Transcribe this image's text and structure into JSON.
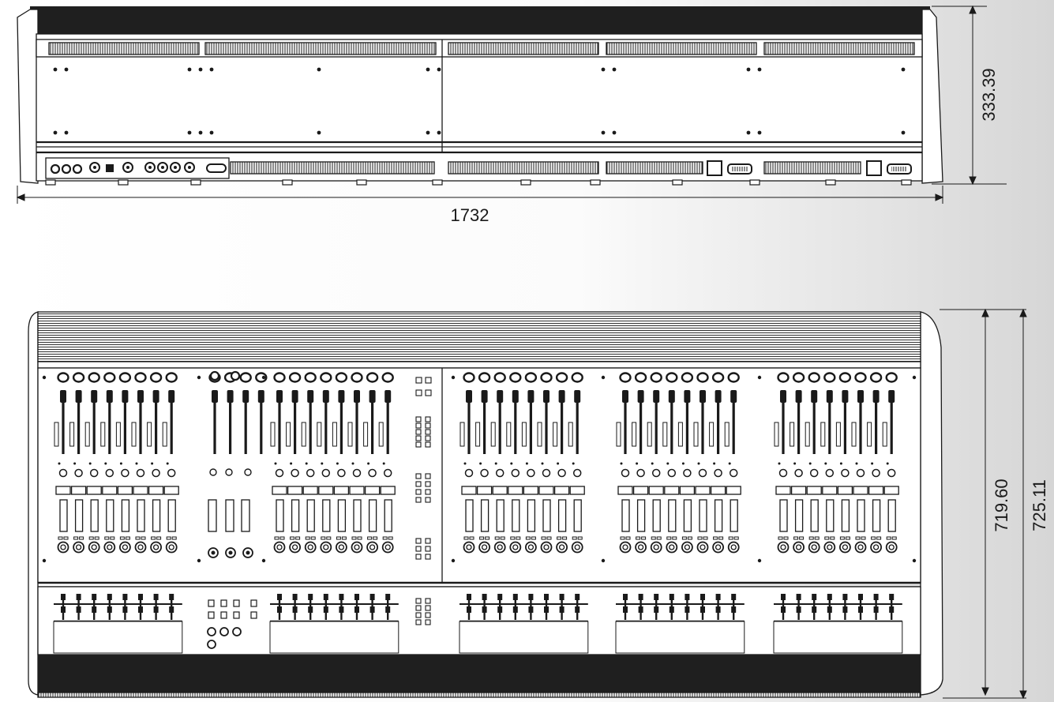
{
  "dimensions": {
    "rear_width": "1732",
    "rear_height": "333.39",
    "top_depth_inner": "719.60",
    "top_depth_outer": "725.11"
  },
  "console": {
    "fader_bays": [
      {
        "faders": 8
      },
      {
        "faders": 4
      },
      {
        "faders": 8
      },
      {
        "faders": 8
      },
      {
        "faders": 8
      },
      {
        "faders": 8
      }
    ]
  },
  "colors": {
    "line": "#1a1a1a",
    "background_left": "#ffffff",
    "background_right": "#d9d9d9"
  }
}
